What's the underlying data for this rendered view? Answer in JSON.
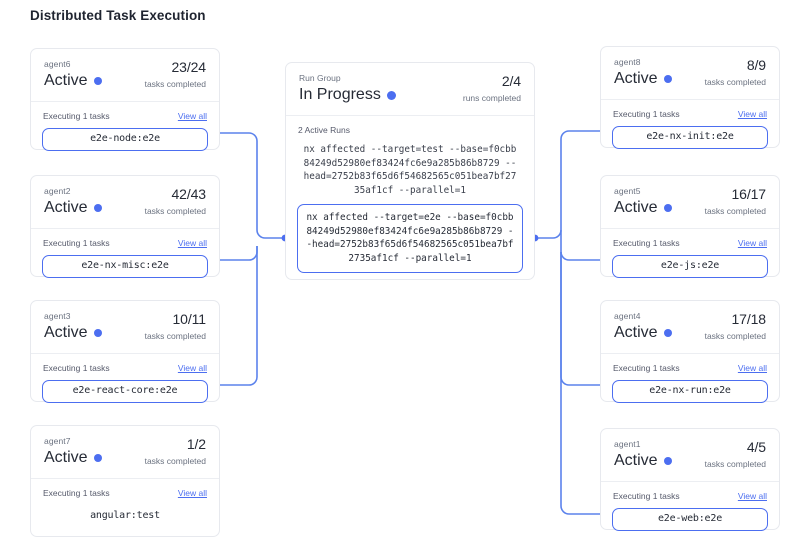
{
  "page": {
    "title": "Distributed Task Execution",
    "accent_color": "#4c6ef0",
    "card_border_color": "#e7e9ee",
    "text_color": "#262b36",
    "muted_color": "#6b7280"
  },
  "labels": {
    "tasks_completed": "tasks completed",
    "runs_completed": "runs completed",
    "view_all": "View all"
  },
  "run_group": {
    "kicker": "Run Group",
    "status": "In Progress",
    "count": "2/4",
    "count_label": "runs completed",
    "active_runs_label": "2 Active Runs",
    "runs": [
      {
        "command": "nx affected --target=test --base=f0cbb84249d52980ef83424fc6e9a285b86b8729 --head=2752b83f65d6f54682565c051bea7bf2735af1cf --parallel=1",
        "highlighted": false
      },
      {
        "command": "nx affected --target=e2e --base=f0cbb84249d52980ef83424fc6e9a285b86b8729 --head=2752b83f65d6f54682565c051bea7bf2735af1cf --parallel=1",
        "highlighted": true
      }
    ]
  },
  "left_agents": [
    {
      "name": "agent6",
      "status": "Active",
      "count": "23/24",
      "count_label": "tasks completed",
      "executing_label": "Executing 1 tasks",
      "view_all": "View all",
      "task": "e2e-node:e2e",
      "connected": true
    },
    {
      "name": "agent2",
      "status": "Active",
      "count": "42/43",
      "count_label": "tasks completed",
      "executing_label": "Executing 1 tasks",
      "view_all": "View all",
      "task": "e2e-nx-misc:e2e",
      "connected": true
    },
    {
      "name": "agent3",
      "status": "Active",
      "count": "10/11",
      "count_label": "tasks completed",
      "executing_label": "Executing 1 tasks",
      "view_all": "View all",
      "task": "e2e-react-core:e2e",
      "connected": true
    },
    {
      "name": "agent7",
      "status": "Active",
      "count": "1/2",
      "count_label": "tasks completed",
      "executing_label": "Executing 1 tasks",
      "view_all": "View all",
      "task": "angular:test",
      "connected": false
    }
  ],
  "right_agents": [
    {
      "name": "agent8",
      "status": "Active",
      "count": "8/9",
      "count_label": "tasks completed",
      "executing_label": "Executing 1 tasks",
      "view_all": "View all",
      "task": "e2e-nx-init:e2e",
      "connected": true
    },
    {
      "name": "agent5",
      "status": "Active",
      "count": "16/17",
      "count_label": "tasks completed",
      "executing_label": "Executing 1 tasks",
      "view_all": "View all",
      "task": "e2e-js:e2e",
      "connected": true
    },
    {
      "name": "agent4",
      "status": "Active",
      "count": "17/18",
      "count_label": "tasks completed",
      "executing_label": "Executing 1 tasks",
      "view_all": "View all",
      "task": "e2e-nx-run:e2e",
      "connected": true
    },
    {
      "name": "agent1",
      "status": "Active",
      "count": "4/5",
      "count_label": "tasks completed",
      "executing_label": "Executing 1 tasks",
      "view_all": "View all",
      "task": "e2e-web:e2e",
      "connected": true
    }
  ]
}
